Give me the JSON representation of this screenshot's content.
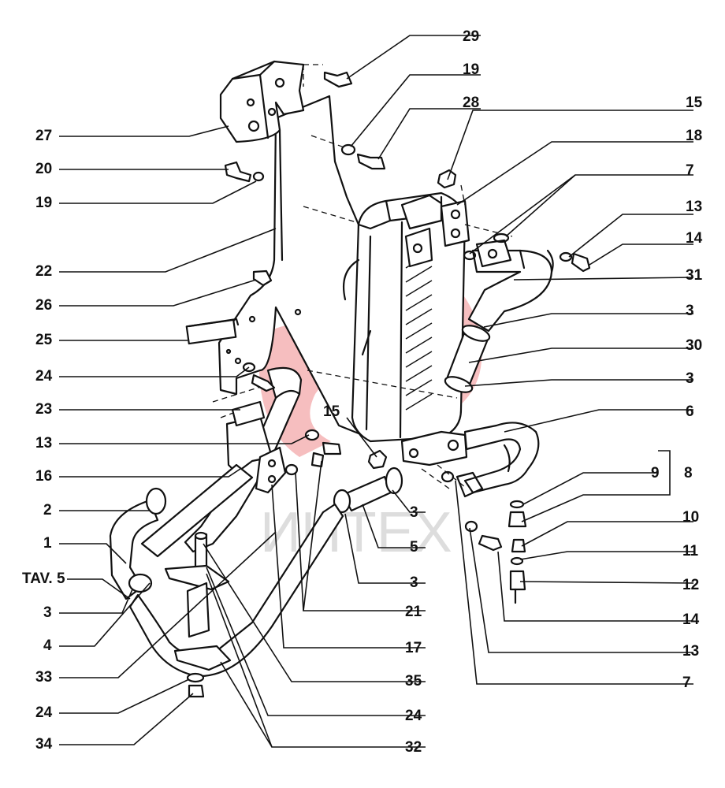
{
  "watermark": {
    "text": "ИНТЕХ",
    "color": "#c8c8c8",
    "logo_color": "#e8484a"
  },
  "labels": {
    "l29": "29",
    "l19a": "19",
    "l28": "28",
    "l27": "27",
    "l20": "20",
    "l19b": "19",
    "l22": "22",
    "l26": "26",
    "l25": "25",
    "l24a": "24",
    "l23": "23",
    "l13a": "13",
    "l16": "16",
    "l2": "2",
    "l1": "1",
    "ltav": "TAV. 5",
    "l3a": "3",
    "l4": "4",
    "l33": "33",
    "l24b": "24",
    "l34": "34",
    "l15a": "15",
    "l18": "18",
    "l7a": "7",
    "l13b": "13",
    "l14a": "14",
    "l31": "31",
    "l3b": "3",
    "l30": "30",
    "l3c": "3",
    "l6": "6",
    "l9": "9",
    "l8": "8",
    "l10": "10",
    "l11": "11",
    "l12": "12",
    "l14b": "14",
    "l13c": "13",
    "l7b": "7",
    "l15b": "15",
    "l3d": "3",
    "l5": "5",
    "l3e": "3",
    "l21": "21",
    "l17": "17",
    "l35": "35",
    "l24c": "24",
    "l32": "32"
  }
}
